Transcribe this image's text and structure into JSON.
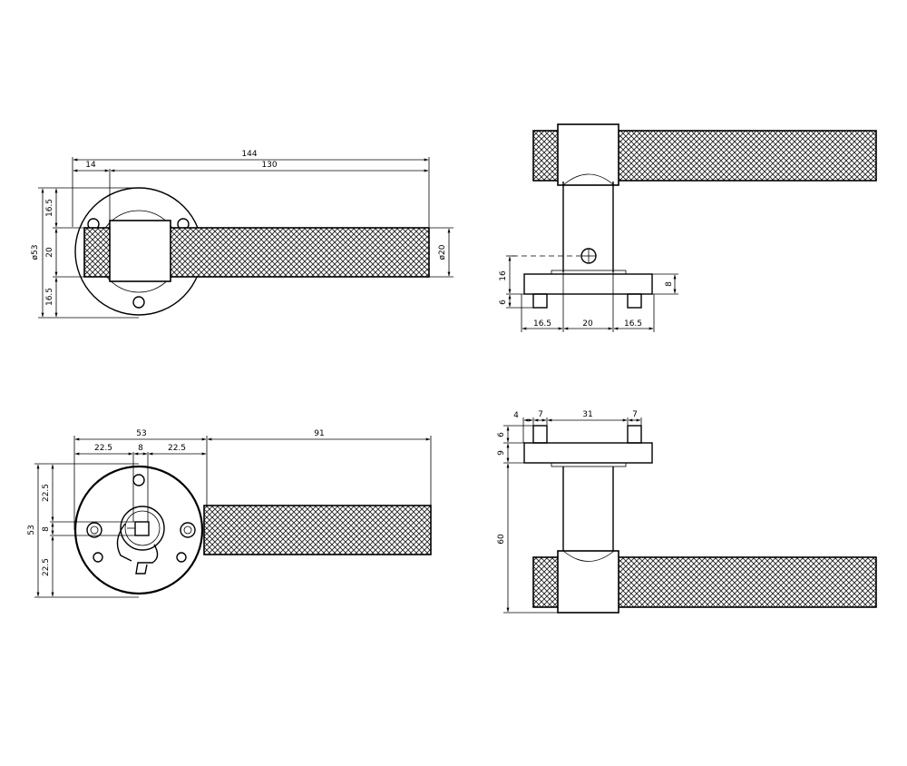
{
  "views": {
    "top_view": {
      "dims": {
        "overall_length": "144",
        "rosette_offset": "14",
        "lever_length": "130",
        "rosette_dia": "ø53",
        "upper_gap": "16.5",
        "mid_width": "20",
        "lower_gap": "16.5",
        "lever_dia": "ø20"
      }
    },
    "side_view_upper": {
      "dims": {
        "hole_height": "16",
        "base_thickness": "8",
        "pin_height": "6",
        "left_span": "16.5",
        "neck_width": "20",
        "right_span": "16.5"
      }
    },
    "back_view": {
      "dims": {
        "rosette_width": "53",
        "lever_span": "91",
        "left_offset": "22.5",
        "spindle": "8",
        "right_offset": "22.5",
        "total_height": "53",
        "upper_offset": "22.5",
        "spindle_v": "8",
        "lower_offset": "22.5"
      }
    },
    "side_view_lower": {
      "dims": {
        "edge": "4",
        "pin_left": "7",
        "between_pins": "31",
        "pin_right": "7",
        "pin_height": "6",
        "plate_thickness": "9",
        "lever_height": "60"
      }
    }
  }
}
